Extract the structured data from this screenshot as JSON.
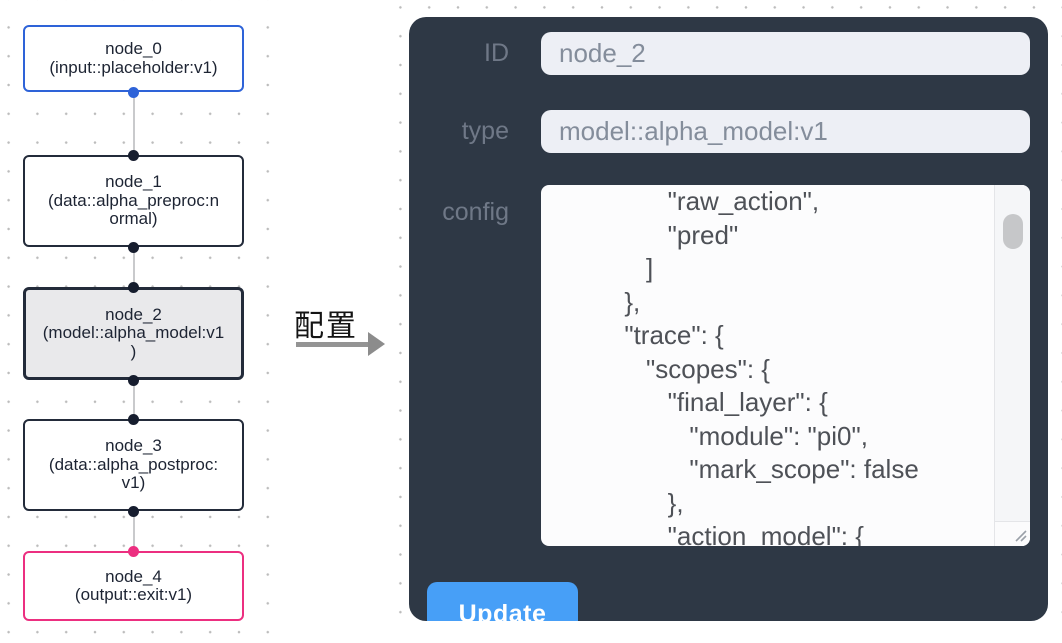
{
  "flowchart": {
    "nodes": [
      {
        "name": "node_0",
        "type_label": "(input::placeholder:v1)"
      },
      {
        "name": "node_1",
        "type_label": "(data::alpha_preproc:n\normal)"
      },
      {
        "name": "node_2",
        "type_label": "(model::alpha_model:v1\n)"
      },
      {
        "name": "node_3",
        "type_label": "(data::alpha_postproc:\nv1)"
      },
      {
        "name": "node_4",
        "type_label": "(output::exit:v1)"
      }
    ],
    "colors": {
      "input_node_accent": "#2e63d8",
      "output_node_accent": "#ec2f80",
      "node_border": "#232b3a",
      "selected_node_fill": "#e9e9eb",
      "edge": "#c9cacc"
    }
  },
  "annotation": {
    "label": "配置"
  },
  "panel": {
    "bg_color": "#2e3845",
    "fields": [
      {
        "label": "ID",
        "value": "node_2"
      },
      {
        "label": "type",
        "value": "model::alpha_model:v1"
      }
    ],
    "config": {
      "label": "config",
      "text": "            \"raw_action\",\n            \"pred\"\n         ]\n      },\n      \"trace\": {\n         \"scopes\": {\n            \"final_layer\": {\n               \"module\": \"pi0\",\n               \"mark_scope\": false\n            },\n            \"action_model\": {"
    },
    "update": {
      "label": "Update",
      "color": "#479ff7"
    }
  }
}
